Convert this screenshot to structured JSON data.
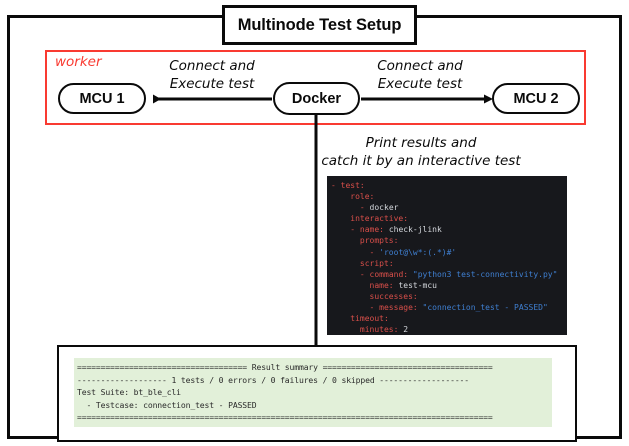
{
  "diagram": {
    "title": "Multinode Test Setup",
    "group": {
      "label": "worker",
      "border_color": "#f93a31"
    },
    "nodes": [
      {
        "id": "mcu1",
        "label": "MCU 1"
      },
      {
        "id": "docker",
        "label": "Docker"
      },
      {
        "id": "mcu2",
        "label": "MCU 2"
      }
    ],
    "edges": [
      {
        "id": "docker-to-mcu1",
        "from": "Docker",
        "to": "MCU 1",
        "label_line1": "Connect and",
        "label_line2": "Execute test",
        "direction": "left"
      },
      {
        "id": "docker-to-mcu2",
        "from": "Docker",
        "to": "MCU 2",
        "label_line1": "Connect and",
        "label_line2": "Execute test",
        "direction": "right"
      },
      {
        "id": "docker-to-results",
        "from": "Docker",
        "to": "Result summary",
        "label_line1": "Print results and",
        "label_line2": "catch it by an interactive test",
        "direction": "down"
      }
    ]
  },
  "code_block": {
    "background": "#17181c",
    "key_color": "#d94f4a",
    "value_color": "#d5d8dd",
    "string_color": "#3f7fd1",
    "lines": [
      "- test:",
      "    role:",
      "      - docker",
      "    interactive:",
      "    - name: check-jlink",
      "      prompts:",
      "        - 'root@\\w*:(.*)#'",
      "      script:",
      "      - command: \"python3 test-connectivity.py\"",
      "        name: test-mcu",
      "        successes:",
      "        - message: \"connection_test - PASSED\"",
      "    timeout:",
      "      minutes: 2"
    ]
  },
  "result_summary": {
    "background": "#e2f0d9",
    "lines": [
      "==================================== Result summary ====================================",
      "------------------- 1 tests / 0 errors / 0 failures / 0 skipped -------------------",
      "Test Suite: bt_ble_cli",
      "  - Testcase: connection_test - PASSED",
      "========================================================================================"
    ],
    "counts": {
      "tests": 1,
      "errors": 0,
      "failures": 0,
      "skipped": 0
    },
    "suite": "bt_ble_cli",
    "testcase": "connection_test",
    "status": "PASSED"
  }
}
